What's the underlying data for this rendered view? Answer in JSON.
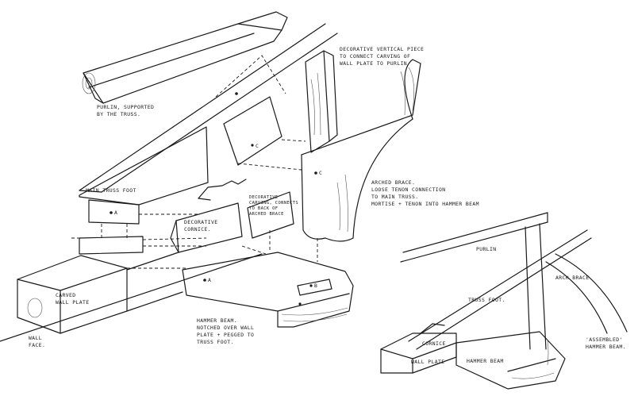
{
  "labels": {
    "purlin_supported": "PURLIN, SUPPORTED\nBY THE TRUSS.",
    "decorative_vertical": "DECORATIVE VERTICAL PIECE\nTO CONNECT CARVING OF\nWALL PLATE TO PURLIN",
    "main_truss_foot": "MAIN TRUSS FOOT",
    "arched_brace": "ARCHED BRACE.\nLOOSE TENON CONNECTION\nTO MAIN TRUSS.\nMORTISE + TENON INTO HAMMER BEAM",
    "decorative_cornice": "DECORATIVE\nCORNICE.",
    "decorative_carving": "DECORATIVE\nCARVING, CONNECTS\nTO BACK OF\nARCHED BRACE",
    "carved_wall_plate": "CARVED\nWALL PLATE",
    "hammer_beam": "HAMMER BEAM.\nNOTCHED OVER WALL\nPLATE + PEGGED TO\nTRUSS FOOT.",
    "wall_face": "WALL\nFACE.",
    "purlin": "PURLIN",
    "arch_brace": "ARCH BRACE",
    "truss_foot": "TRUSS FOOT.",
    "assembled_hammer_beam": "'ASSEMBLED'\nHAMMER BEAM.",
    "cornice": "CORNICE",
    "wall_plate": "WALL PLATE",
    "hammer_beam_small": "HAMMER BEAM",
    "marker_a": "A",
    "marker_b": "B",
    "marker_c": "C"
  }
}
